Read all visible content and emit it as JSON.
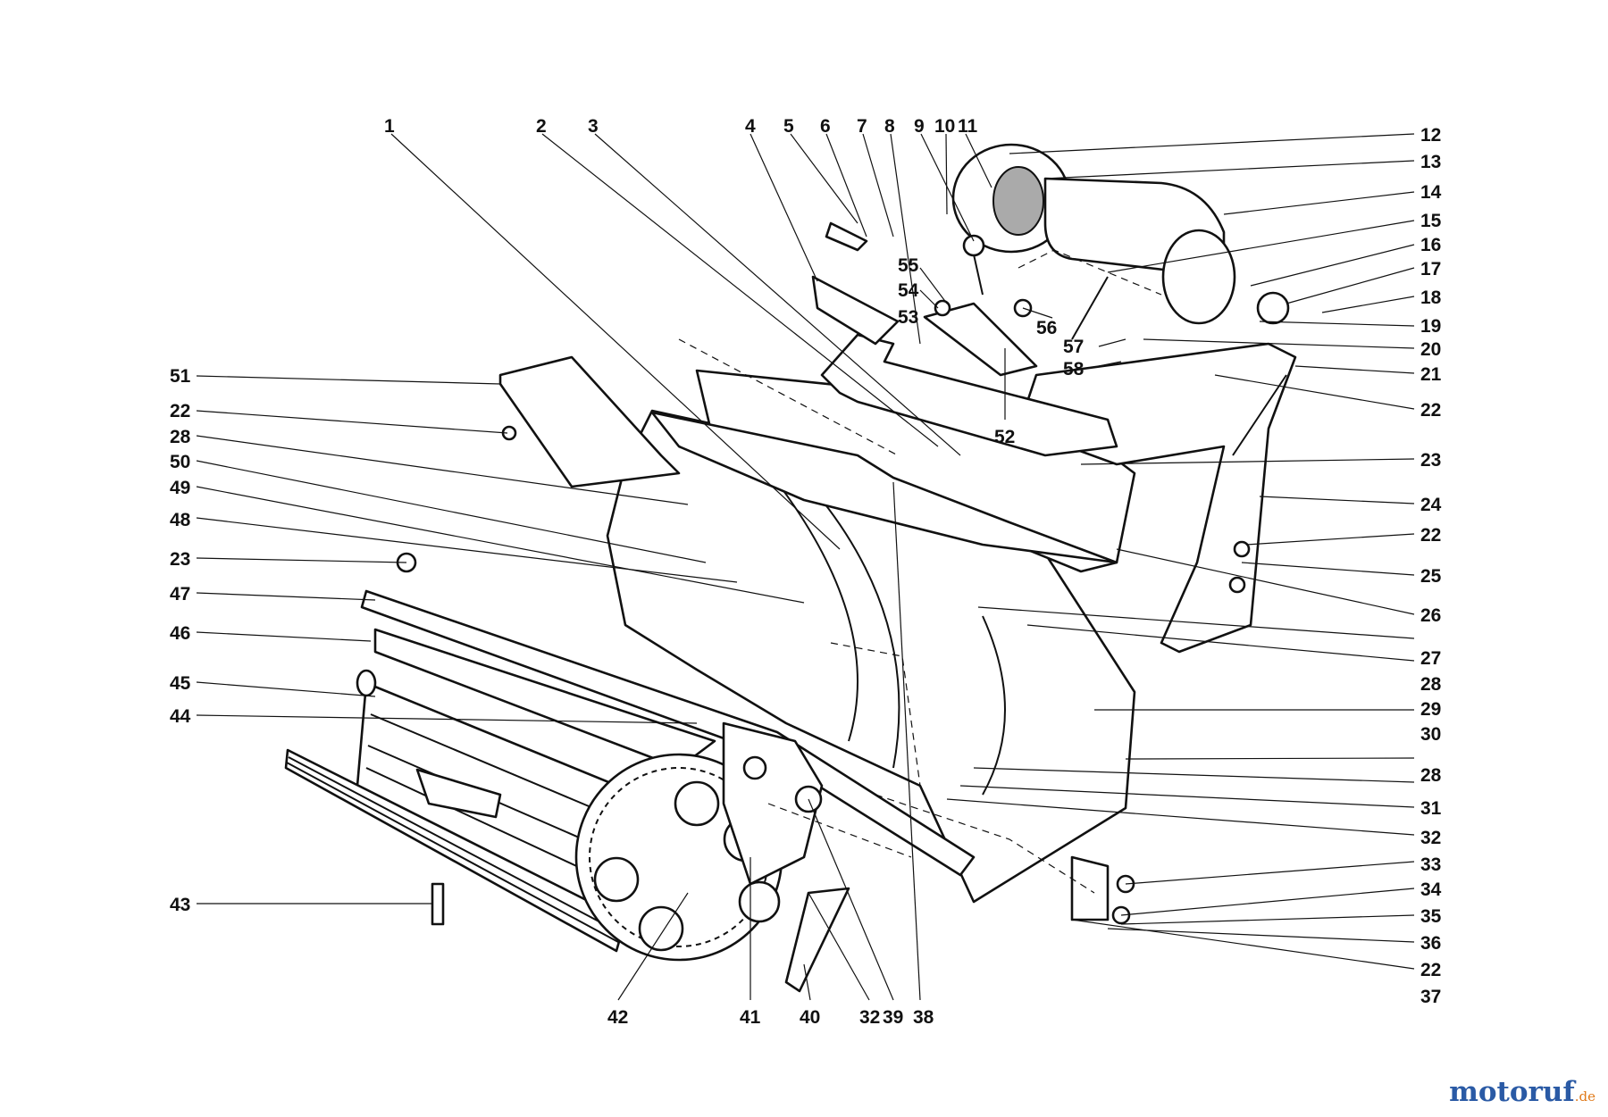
{
  "diagram": {
    "part_numbers": {
      "top": [
        "1",
        "2",
        "3",
        "4",
        "5",
        "6",
        "7",
        "8",
        "9",
        "10",
        "11"
      ],
      "right": [
        "12",
        "13",
        "14",
        "15",
        "16",
        "17",
        "18",
        "19",
        "20",
        "21",
        "22",
        "23",
        "24",
        "22",
        "25",
        "26",
        "27",
        "28",
        "29",
        "30",
        "28",
        "31",
        "32",
        "33",
        "34",
        "35",
        "36",
        "22",
        "37"
      ],
      "bottom": [
        "42",
        "41",
        "40",
        "32",
        "39",
        "38"
      ],
      "left": [
        "51",
        "22",
        "28",
        "50",
        "49",
        "48",
        "23",
        "47",
        "46",
        "45",
        "44",
        "43"
      ],
      "inner": [
        "55",
        "54",
        "53",
        "52",
        "56",
        "57",
        "58"
      ]
    }
  },
  "watermark": {
    "main": "motoruf",
    "tld": ".de"
  }
}
